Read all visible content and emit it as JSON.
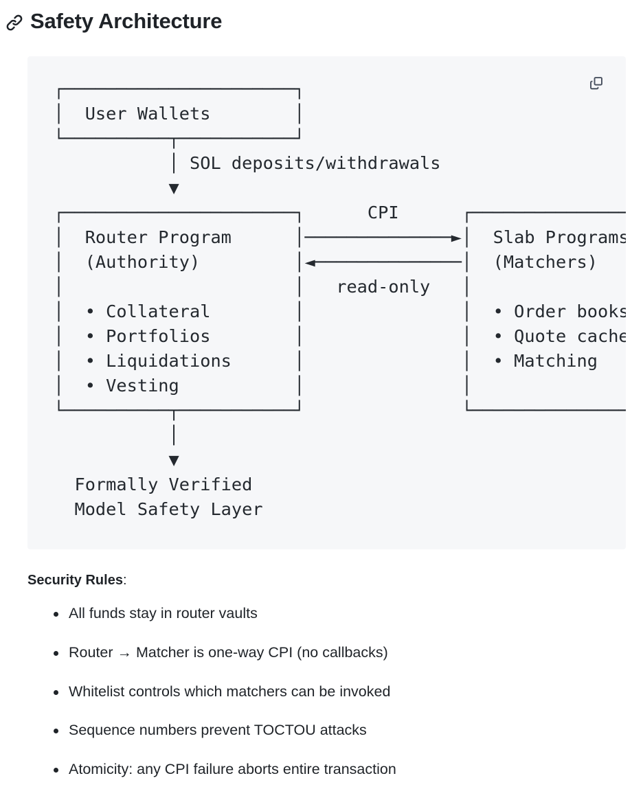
{
  "header": {
    "anchor_icon": "link-icon",
    "title": "Safety Architecture"
  },
  "code_block": {
    "copy_icon": "copy-icon",
    "copy_label": "Copy",
    "language": "text",
    "background": "#f6f7f9",
    "diagram": "┌──────────────────────┐\n│  User Wallets        │\n└──────────┬───────────┘\n           │ SOL deposits/withdrawals\n           ▼\n┌──────────────────────┐      CPI      ┌──────────────────────┐\n│  Router Program      │──────────────►│  Slab Programs       │\n│  (Authority)         │◄──────────────│  (Matchers)          │\n│                      │   read-only   │                      │\n│  • Collateral        │               │  • Order books       │\n│  • Portfolios        │               │  • Quote cache       │\n│  • Liquidations      │               │  • Matching          │\n│  • Vesting           │               │                      │\n└──────────┬───────────┘               └──────────────────────┘\n           │\n           ▼\n  Formally Verified\n  Model Safety Layer",
    "diagram_nodes": [
      {
        "id": "user-wallets",
        "label": "User Wallets"
      },
      {
        "id": "router-program",
        "label": "Router Program",
        "sublabel": "(Authority)",
        "items": [
          "Collateral",
          "Portfolios",
          "Liquidations",
          "Vesting"
        ]
      },
      {
        "id": "slab-programs",
        "label": "Slab Programs",
        "sublabel": "(Matchers)",
        "items": [
          "Order books",
          "Quote cache",
          "Matching"
        ]
      },
      {
        "id": "safety-layer",
        "label": "Formally Verified",
        "sublabel": "Model Safety Layer"
      }
    ],
    "diagram_edges": [
      {
        "from": "user-wallets",
        "to": "router-program",
        "label": "SOL deposits/withdrawals",
        "direction": "down"
      },
      {
        "from": "router-program",
        "to": "slab-programs",
        "label": "CPI",
        "direction": "right"
      },
      {
        "from": "slab-programs",
        "to": "router-program",
        "label": "read-only",
        "direction": "left"
      },
      {
        "from": "router-program",
        "to": "safety-layer",
        "label": "",
        "direction": "down"
      }
    ]
  },
  "rules": {
    "title_bold": "Security Rules",
    "title_suffix": ":",
    "items": [
      "All funds stay in router vaults",
      "Router → Matcher is one-way CPI (no callbacks)",
      "Whitelist controls which matchers can be invoked",
      "Sequence numbers prevent TOCTOU attacks",
      "Atomicity: any CPI failure aborts entire transaction"
    ]
  }
}
